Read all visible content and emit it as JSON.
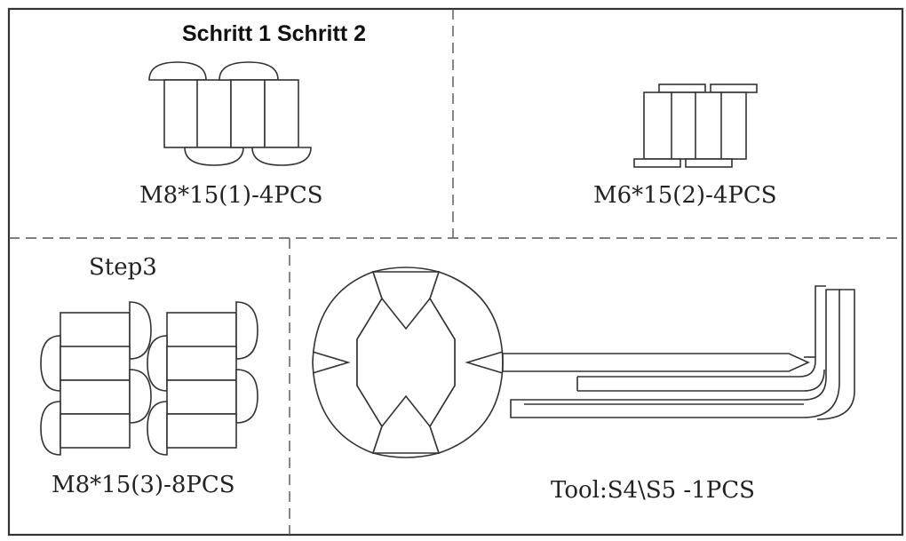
{
  "step_header": "Schritt 1 Schritt 2",
  "step3_label": "Step3",
  "parts": {
    "m8_screw_step1": "M8*15(1)-4PCS",
    "m6_screw": "M6*15(2)-4PCS",
    "m8_screw_step3": "M8*15(3)-8PCS",
    "tools": "Tool:S4\\S5 -1PCS"
  },
  "colors": {
    "line": "#333333",
    "background": "#ffffff"
  },
  "icons": [
    "m8-screw-icon",
    "m6-screw-icon",
    "wrench-icon",
    "hex-key-icon"
  ]
}
